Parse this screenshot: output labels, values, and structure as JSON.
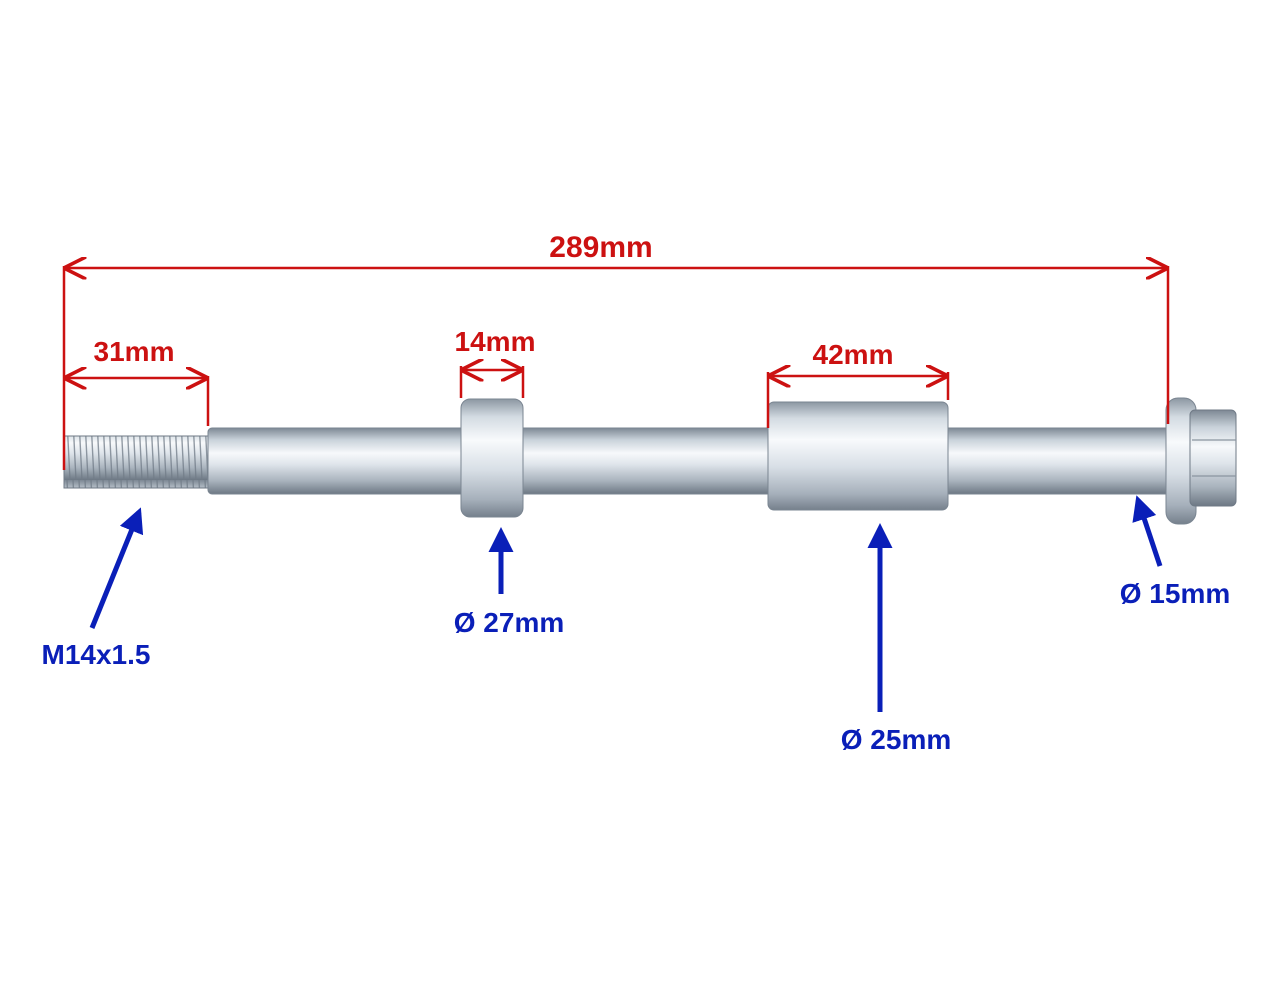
{
  "colors": {
    "dimension": "#cc1111",
    "callout": "#0a1fb8",
    "metal_light": "#f2f5f8",
    "metal_mid": "#b9c3cd",
    "metal_dark": "#6f7a86"
  },
  "dimensions": {
    "overall": "289mm",
    "thread_length": "31mm",
    "collar_small_width": "14mm",
    "collar_large_width": "42mm"
  },
  "callouts": {
    "thread": "M14x1.5",
    "collar_small_diameter": "Ø 27mm",
    "collar_large_diameter": "Ø 25mm",
    "shaft_diameter": "Ø 15mm"
  }
}
